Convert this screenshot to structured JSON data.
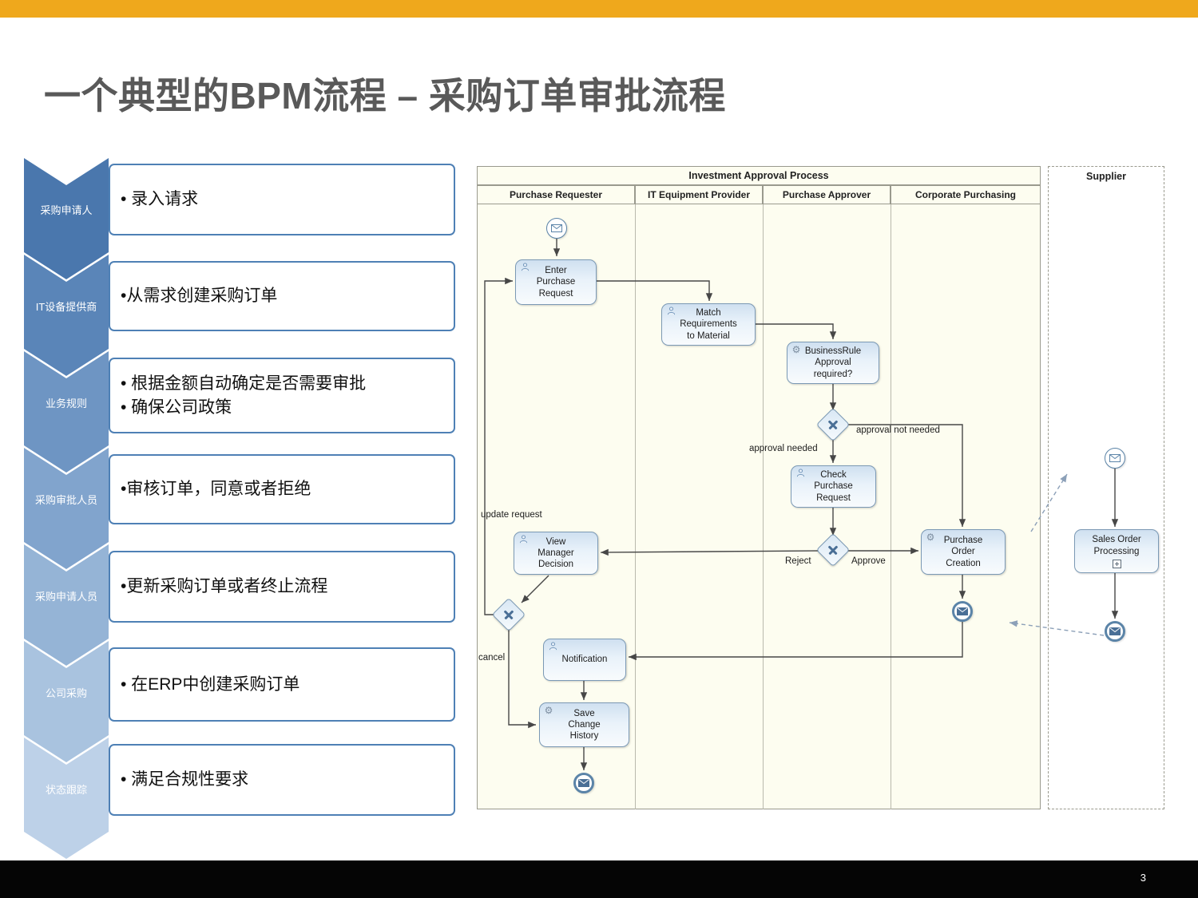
{
  "slide": {
    "title": "一个典型的BPM流程 – 采购订单审批流程",
    "page_number": "3"
  },
  "theme": {
    "accent_bar_color": "#EFA81C",
    "chevron_colors": [
      "#4A77AD",
      "#5A85B8",
      "#6E95C3",
      "#81A4CD",
      "#95B4D6",
      "#A9C3DF",
      "#BDD1E8"
    ],
    "task_border_color": "#7B99B5",
    "pool_background": "#FDFDF0"
  },
  "steps": [
    {
      "role": "采购申请人",
      "bullets": [
        "• 录入请求"
      ]
    },
    {
      "role": "IT设备提供商",
      "bullets": [
        "•从需求创建采购订单"
      ]
    },
    {
      "role": "业务规则",
      "bullets": [
        "• 根据金额自动确定是否需要审批",
        "• 确保公司政策"
      ]
    },
    {
      "role": "采购审批人员",
      "bullets": [
        "•审核订单，同意或者拒绝"
      ]
    },
    {
      "role": "采购申请人员",
      "bullets": [
        "•更新采购订单或者终止流程"
      ]
    },
    {
      "role": "公司采购",
      "bullets": [
        "• 在ERP中创建采购订单"
      ]
    },
    {
      "role": "状态跟踪",
      "bullets": [
        "• 满足合规性要求"
      ]
    }
  ],
  "diagram": {
    "pool_title": "Investment Approval Process",
    "lanes": [
      "Purchase Requester",
      "IT Equipment Provider",
      "Purchase Approver",
      "Corporate Purchasing"
    ],
    "supplier_title": "Supplier",
    "tasks": {
      "enter": "Enter\nPurchase\nRequest",
      "match": "Match\nRequirements\nto Material",
      "rule": "BusinessRule\nApproval\nrequired?",
      "check": "Check\nPurchase\nRequest",
      "view": "View\nManager\nDecision",
      "order": "Purchase\nOrder\nCreation",
      "notification": "Notification",
      "save": "Save\nChange\nHistory",
      "sales": "Sales Order\nProcessing"
    },
    "labels": {
      "approval_not_needed": "approval not needed",
      "approval_needed": "approval needed",
      "reject": "Reject",
      "approve": "Approve",
      "update_request": "update request",
      "cancel": "cancel"
    }
  }
}
